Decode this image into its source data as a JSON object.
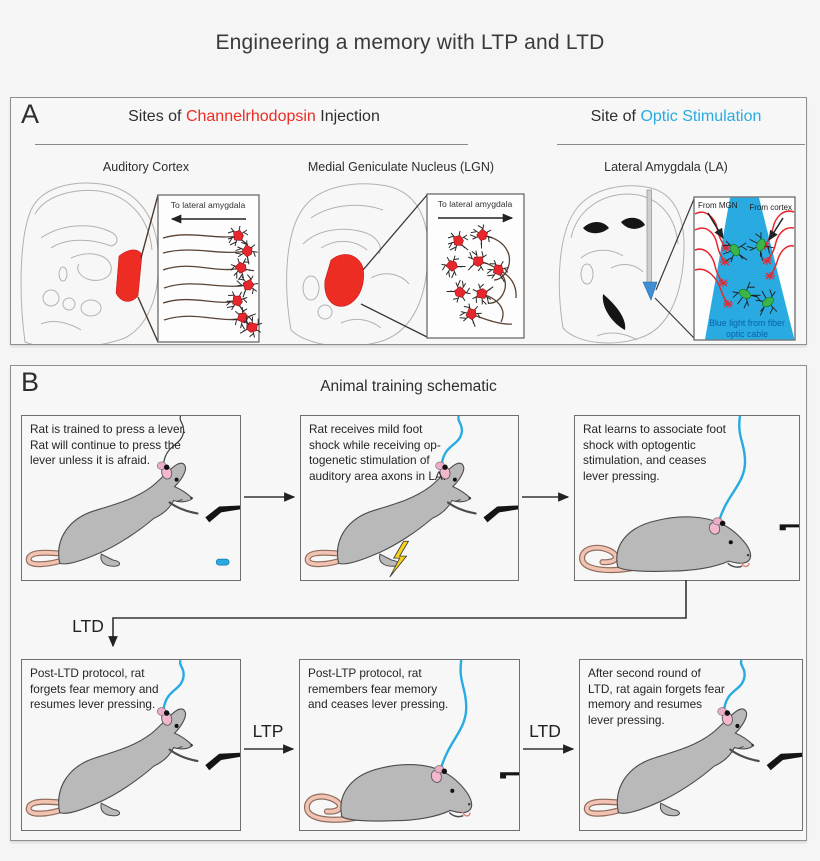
{
  "title": "Engineering a memory with LTP and LTD",
  "panel_a": {
    "label": "A",
    "header_left": {
      "prefix": "Sites of ",
      "highlight": "Channelrhodopsin",
      "suffix": " Injection"
    },
    "header_right": {
      "prefix": "Site of ",
      "highlight": "Optic Stimulation"
    },
    "sections": [
      {
        "label": "Auditory Cortex",
        "inset_caption": "To lateral amygdala"
      },
      {
        "label": "Medial Geniculate Nucleus (LGN)",
        "inset_caption": "To lateral amygdala"
      },
      {
        "label": "Lateral Amygdala (LA)",
        "annotation_left": "From MGN",
        "annotation_right": "From cortex",
        "caption_line1": "Blue light from fiber",
        "caption_line2": "optic cable"
      }
    ]
  },
  "panel_b": {
    "label": "B",
    "header": "Animal training schematic",
    "steps": [
      {
        "text": "Rat is trained to press a lever.\nRat will continue to press the\nlever unless it is afraid."
      },
      {
        "text": "Rat receives mild foot\nshock while receiving op-\ntogenetic stimulation of\nauditory area axons in LA."
      },
      {
        "text": "Rat learns to associate foot\nshock with optogentic\nstimulation, and ceases\nlever pressing."
      },
      {
        "text": "Post-LTD protocol, rat\nforgets fear memory and\nresumes lever pressing."
      },
      {
        "text": "Post-LTP protocol, rat\nremembers fear memory\nand ceases lever pressing."
      },
      {
        "text": "After second round of\nLTD, rat again forgets fear\nmemory and resumes\nlever pressing."
      }
    ],
    "connectors": {
      "ltd1": "LTD",
      "ltp": "LTP",
      "ltd2": "LTD"
    }
  },
  "colors": {
    "channelrhodopsin_red": "#ed2c24",
    "optic_blue": "#29abe2",
    "neuron_green": "#3bb54a",
    "axon_brown": "#5a4334"
  }
}
